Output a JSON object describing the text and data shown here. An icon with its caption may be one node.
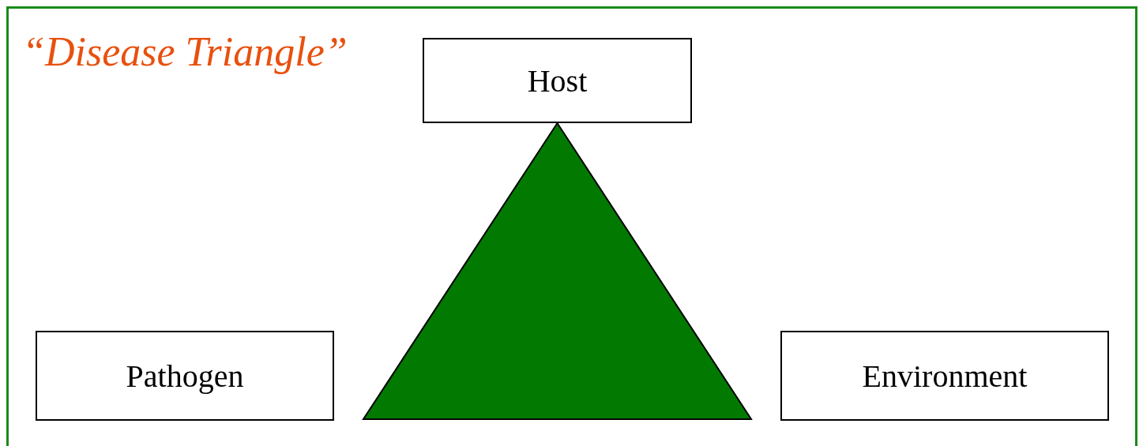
{
  "diagram": {
    "title": "“Disease Triangle”",
    "nodes": [
      {
        "text": [
          "Host"
        ]
      },
      {
        "text": [],
        "shape": "triangle"
      },
      {
        "text": [
          "Pathogen"
        ]
      },
      {
        "text": [
          "Environment"
        ]
      }
    ]
  }
}
